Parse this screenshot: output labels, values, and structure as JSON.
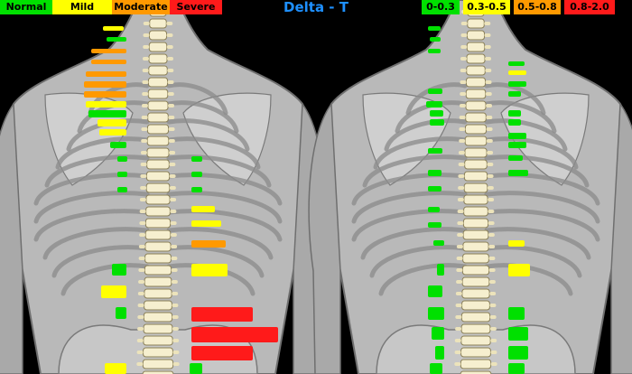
{
  "title": "Delta - T",
  "legend_left": [
    {
      "label": "Normal",
      "color": "#00e000"
    },
    {
      "label": "Mild",
      "color": "#ffff00"
    },
    {
      "label": "Moderate",
      "color": "#ff9900"
    },
    {
      "label": "Severe",
      "color": "#ff1a1a"
    }
  ],
  "legend_right": [
    {
      "label": "0-0.3",
      "color": "#00e000"
    },
    {
      "label": "0.3-0.5",
      "color": "#ffff00"
    },
    {
      "label": "0.5-0.8",
      "color": "#ff9900"
    },
    {
      "label": "0.8-2.0",
      "color": "#ff1a1a"
    }
  ],
  "figures": [
    "back-view-left",
    "back-view-right"
  ]
}
